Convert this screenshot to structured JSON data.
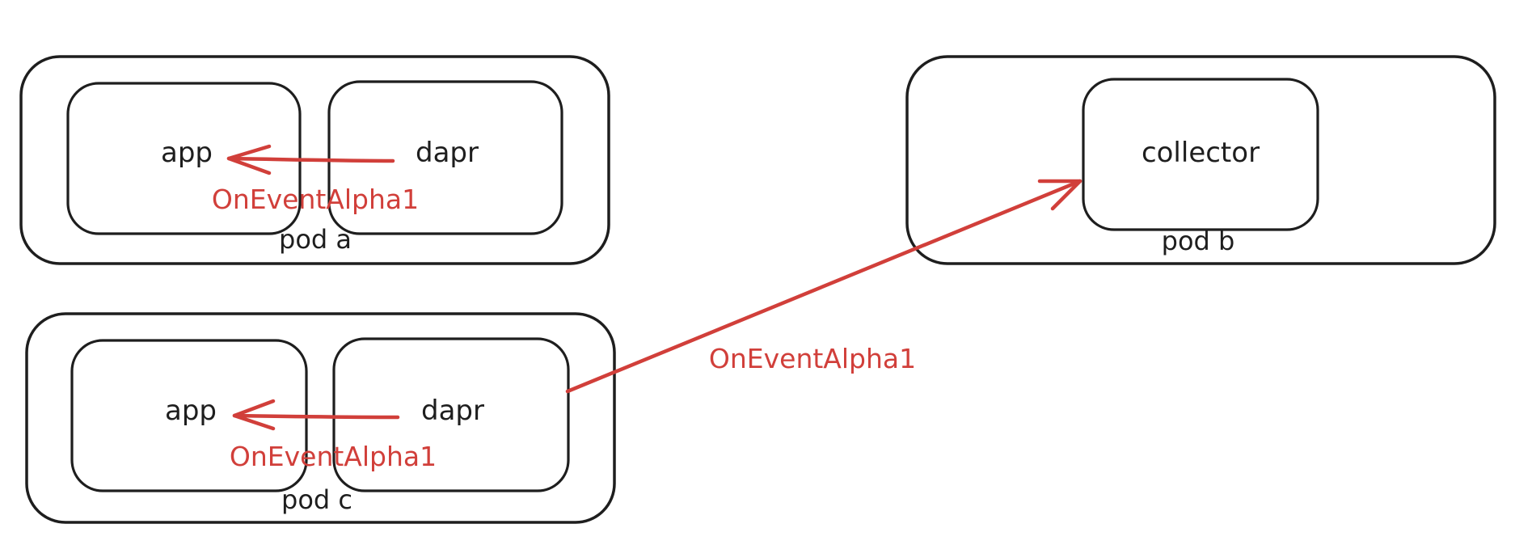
{
  "colors": {
    "stroke": "#1e1e1e",
    "accent": "#d13f3a",
    "background": "#ffffff"
  },
  "pods": {
    "a": {
      "label": "pod a",
      "app": "app",
      "dapr": "dapr"
    },
    "b": {
      "label": "pod b",
      "collector": "collector"
    },
    "c": {
      "label": "pod c",
      "app": "app",
      "dapr": "dapr"
    }
  },
  "edges": {
    "pod_a_dapr_to_app": "OnEventAlpha1",
    "pod_c_dapr_to_collector": "OnEventAlpha1",
    "pod_c_dapr_to_app": "OnEventAlpha1"
  }
}
